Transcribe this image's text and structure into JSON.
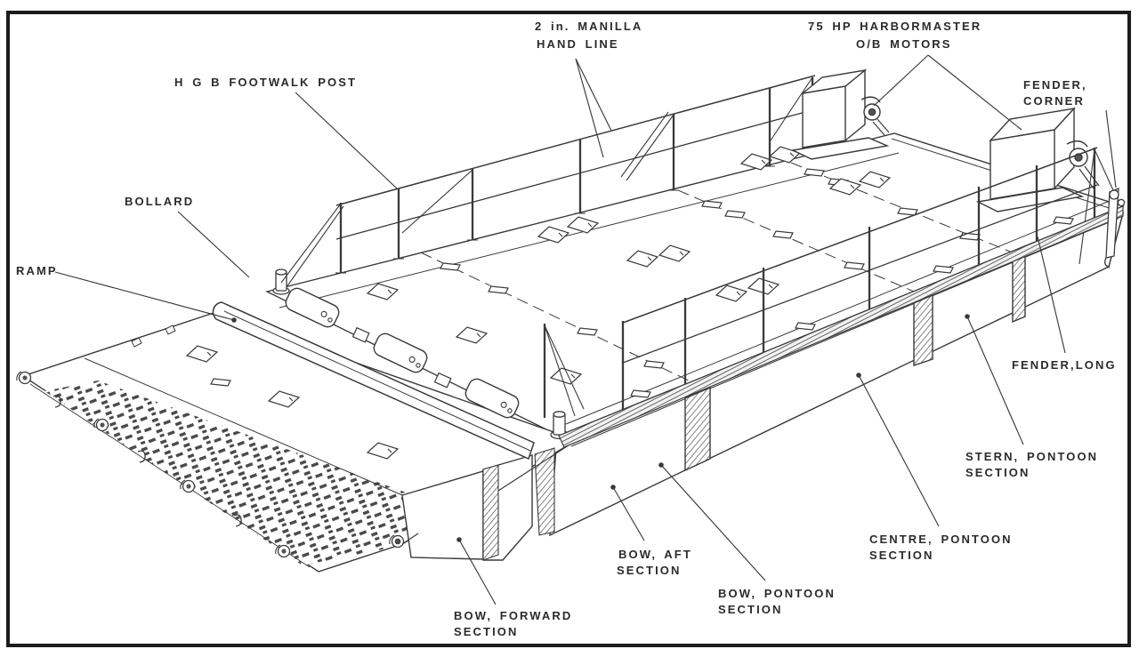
{
  "figure": {
    "type": "technical-line-drawing",
    "subject": "Powered pontoon raft (labelled isometric view): ramp, bow/centre/stern pontoon sections, footwalk posts, hand lines, outboard motors and fenders",
    "background_color": "#ffffff",
    "ink_color": "#3a3a3a",
    "border_color": "#1c1c1c"
  },
  "labels": {
    "hand_line": {
      "line1": "2 in. MANILLA",
      "line2": "HAND LINE"
    },
    "motors": {
      "line1": "75 HP HARBORMASTER",
      "line2": "O/B MOTORS"
    },
    "footwalk_post": {
      "text": "H G B FOOTWALK POST"
    },
    "fender_corner": {
      "line1": "FENDER,",
      "line2": "CORNER"
    },
    "bollard": {
      "text": "BOLLARD"
    },
    "ramp": {
      "text": "RAMP"
    },
    "fender_long": {
      "text": "FENDER,LONG"
    },
    "stern_pontoon": {
      "line1": "STERN, PONTOON",
      "line2": "SECTION"
    },
    "centre_pontoon": {
      "line1": "CENTRE, PONTOON",
      "line2": "SECTION"
    },
    "bow_pontoon": {
      "line1": "BOW, PONTOON",
      "line2": "SECTION"
    },
    "bow_aft": {
      "line1": "BOW, AFT",
      "line2": "SECTION"
    },
    "bow_forward": {
      "line1": "BOW, FORWARD",
      "line2": "SECTION"
    }
  }
}
